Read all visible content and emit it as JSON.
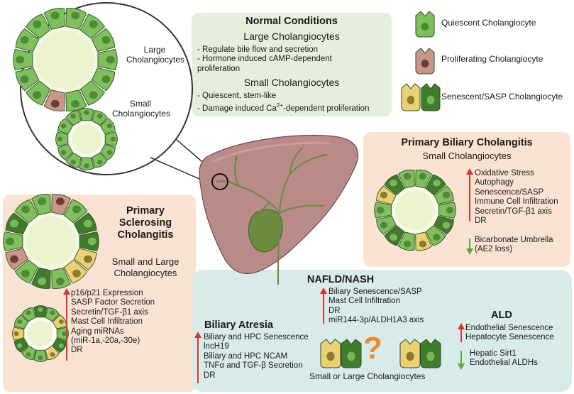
{
  "zoom": {
    "large_label": [
      "Large",
      "Cholangiocytes"
    ],
    "small_label": [
      "Small",
      "Cholangiocytes"
    ]
  },
  "normal": {
    "title": "Normal Conditions",
    "large_heading": "Large Cholangiocytes",
    "large_items": [
      "- Regulate bile flow and secretion",
      "- Hormone induced cAMP-dependent",
      "proliferation"
    ],
    "small_heading": "Small Cholangiocytes",
    "small_item1": "- Quiescent, stem-like",
    "small_item2_pre": "- Damage induced Ca",
    "small_item2_sup": "2+",
    "small_item2_post": "-dependent proliferation"
  },
  "legend": {
    "quiescent": "Quiescent Cholangiocyte",
    "proliferating": "Proliferating Cholangiocyte",
    "senescent": "Senescent/SASP Cholangiocyte"
  },
  "colors": {
    "quiescent": "#7fbf5e",
    "proliferating": "#c9968b",
    "senescent_yellow": "#ecd174",
    "senescent_dark": "#3f7d2c",
    "liver": "#b98b88",
    "peach_panel": "#fae3d2",
    "green_panel": "#e7f0dd",
    "teal_panel": "#d9ecea",
    "arrow_up": "#d9352b",
    "arrow_down": "#5aa83f"
  },
  "pbc": {
    "title": "Primary Biliary Cholangitis",
    "subtitle": "Small Cholangiocytes",
    "up_items": [
      "Oxidative Stress",
      "Autophagy",
      "Senescence/SASP",
      "Immune Cell Infiltration",
      "Secretin/TGF-β1 axis",
      "DR"
    ],
    "down_items": [
      "Bicarbonate Umbrella",
      "(AE2 loss)"
    ]
  },
  "psc": {
    "title": [
      "Primary",
      "Sclerosing",
      "Cholangitis"
    ],
    "subtitle": [
      "Small and Large",
      "Cholangiocytes"
    ],
    "up_items": [
      "p16/p21 Expression",
      "SASP Factor Secretion",
      "Secretin/TGF-β1 axis",
      "Mast Cell Infiltration",
      "Aging miRNAs",
      "(miR-1a,-20a,-30e)",
      "DR"
    ]
  },
  "nafld": {
    "title": "NAFLD/NASH",
    "up_items": [
      "Biliary Senescence/SASP",
      "Mast Cell Infiltration",
      "DR",
      "miR144-3p/ALDH1A3 axis"
    ],
    "question": "?",
    "caption": "Small or Large Cholangiocytes"
  },
  "ba": {
    "title": "Biliary Atresia",
    "up_items": [
      "Biliary and HPC Senescence",
      "lncH19",
      "Biliary and HPC NCAM",
      "TNFα  and TGF-β Secretion",
      "DR"
    ]
  },
  "ald": {
    "title": "ALD",
    "up_items": [
      "Endothelial Senescence",
      "Hepatocyte Senescence"
    ],
    "down_items": [
      "Hepatic Sirt1",
      "Endothelial ALDHs"
    ]
  }
}
